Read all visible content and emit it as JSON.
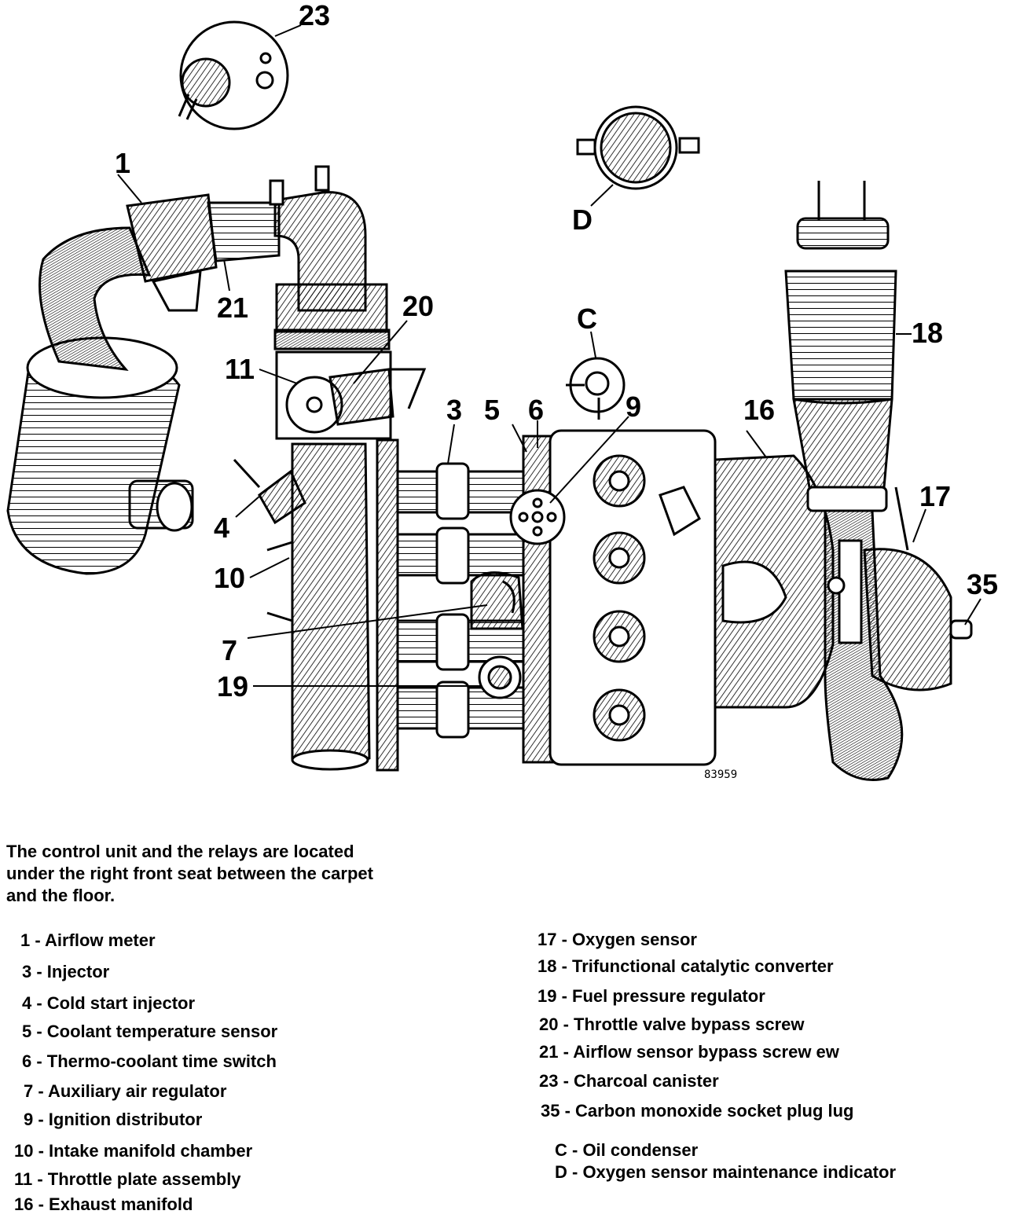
{
  "diagram": {
    "callouts": [
      "23",
      "1",
      "21",
      "D",
      "20",
      "C",
      "18",
      "11",
      "3",
      "5",
      "6",
      "9",
      "16",
      "17",
      "4",
      "35",
      "10",
      "7",
      "19"
    ],
    "figure_number": "83959"
  },
  "note": {
    "lines": [
      "The control unit and the relays are located",
      "under the right front seat between the carpet",
      "and the floor."
    ]
  },
  "legend": {
    "left": [
      "1 - Airflow meter",
      "3 - Injector",
      "4 - Cold start injector",
      "5 - Coolant temperature sensor",
      "6 - Thermo-coolant time switch",
      "7 - Auxiliary air regulator",
      "9 - Ignition distributor",
      "10 - Intake manifold chamber",
      "11 - Throttle plate assembly",
      "16 - Exhaust manifold"
    ],
    "right": [
      "17 - Oxygen sensor",
      "18 - Trifunctional catalytic converter",
      "19 - Fuel pressure regulator",
      "20 - Throttle valve bypass screw",
      "21 - Airflow sensor bypass screw ew",
      "23 - Charcoal canister",
      "35 - Carbon monoxide socket plug lug"
    ],
    "letters": [
      "C - Oil condenser",
      "D - Oxygen sensor maintenance indicator"
    ]
  }
}
